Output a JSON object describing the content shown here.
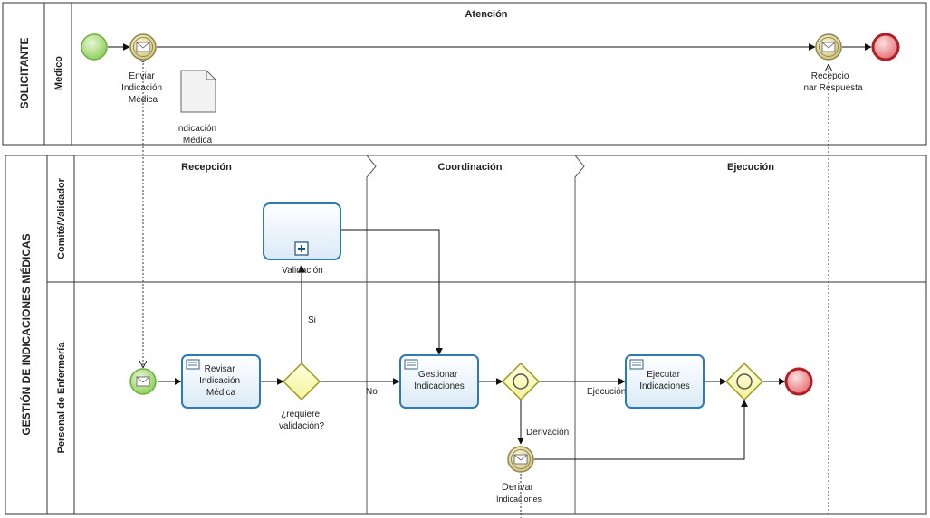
{
  "pools": {
    "solicitante": {
      "name": "SOLICITANTE",
      "lane": "Medico",
      "phase": "Atención"
    },
    "gestion": {
      "name": "GESTIÓN DE INDICACIONES MÉDICAS",
      "lanes": [
        "Comité/Validador",
        "Personal de Enfermería"
      ],
      "phases": [
        "Recepción",
        "Coordinación",
        "Ejecución"
      ]
    }
  },
  "labels": {
    "enviar": [
      "Enviar",
      "Indicación",
      "Médica"
    ],
    "recepcionar": [
      "Recepcio",
      "nar Respuesta"
    ],
    "documento": [
      "Indicación",
      "Médica"
    ],
    "validacion": "Validación",
    "revisar": [
      "Revisar",
      "Indicación",
      "Médica"
    ],
    "requiere": [
      "¿requiere",
      "validación?"
    ],
    "si": "Si",
    "no": "No",
    "gestionar": [
      "Gestionar",
      "Indicaciones"
    ],
    "ejecucion_flow": "Ejecución",
    "derivacion_flow": "Derivación",
    "ejecutar": [
      "Ejecutar",
      "Indicaciones"
    ],
    "derivar": [
      "Derivar",
      "Indicaciones"
    ]
  },
  "colors": {
    "start": "#9bd36a",
    "end": "#d9484f",
    "task_border": "#2e7ab8",
    "gateway": "#fbfbb0",
    "message_event": "#d6cc86"
  }
}
